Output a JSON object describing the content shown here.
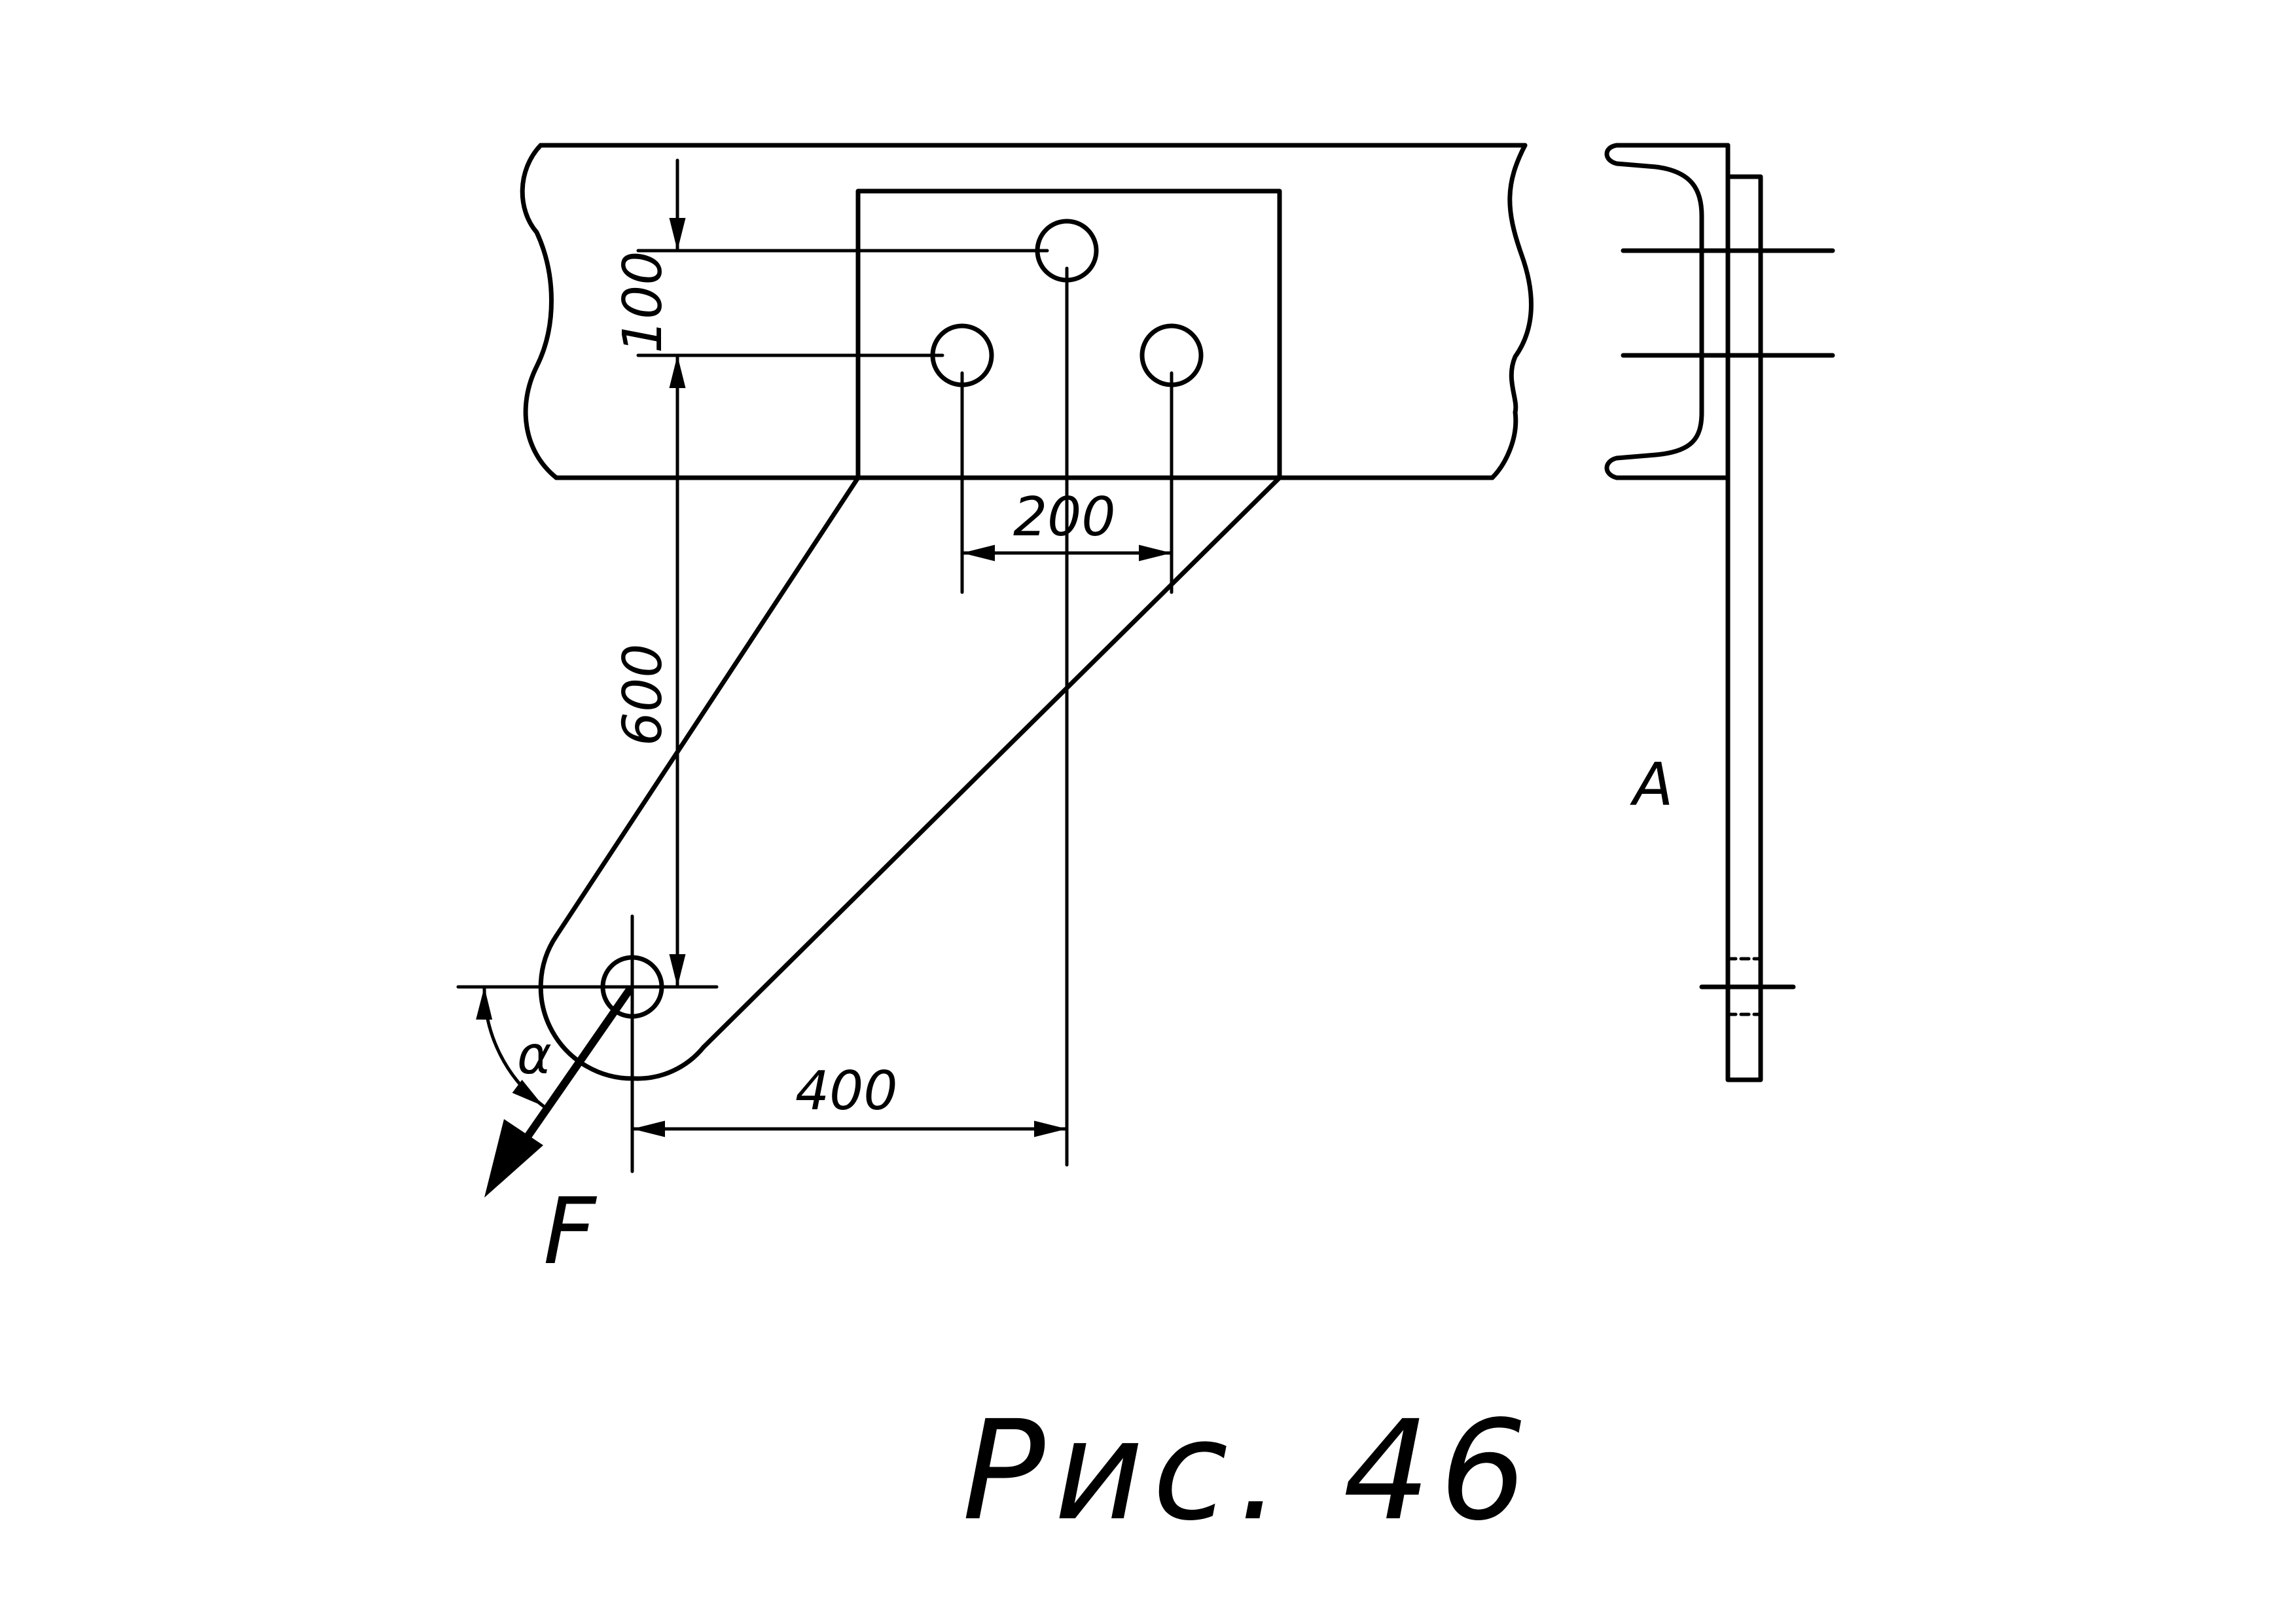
{
  "figure": {
    "caption": "Рис. 46",
    "force_label": "F",
    "angle_label": "α",
    "view_label": "A",
    "dimensions": {
      "hole_pitch_vertical": "100",
      "hole_spacing_horizontal": "200",
      "height_to_load": "600",
      "offset_to_center": "400"
    }
  }
}
